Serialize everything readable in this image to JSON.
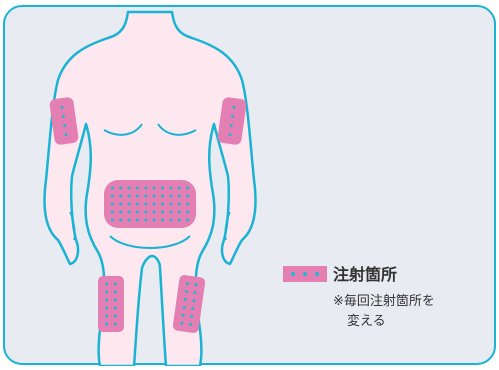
{
  "colors": {
    "panel_background": "#e8ebf1",
    "panel_border": "#1ab3d3",
    "body_fill": "#fde8f0",
    "body_outline": "#1ab3d3",
    "site_fill": "#e47fb4",
    "site_dot": "#22b6d3"
  },
  "legend": {
    "label": "注射箇所",
    "note_mark": "※",
    "note_line1": "毎回注射箇所を",
    "note_line2": "変える"
  },
  "icons": {
    "legend_swatch": "dotted-pink-swatch-icon",
    "figure": "human-body-front-outline"
  }
}
